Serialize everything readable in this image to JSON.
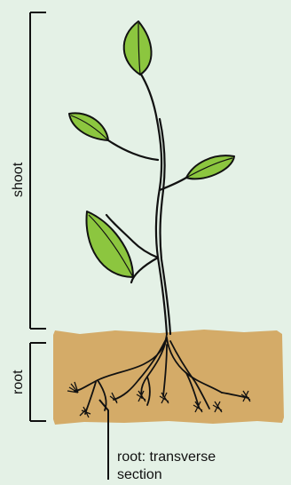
{
  "labels": {
    "shoot": "shoot",
    "root": "root",
    "callout_line1": "root: transverse",
    "callout_line2": "section"
  },
  "colors": {
    "background": "#e4f1e6",
    "soil": "#d4ab68",
    "leaf": "#8cc63f",
    "ink": "#111111"
  }
}
